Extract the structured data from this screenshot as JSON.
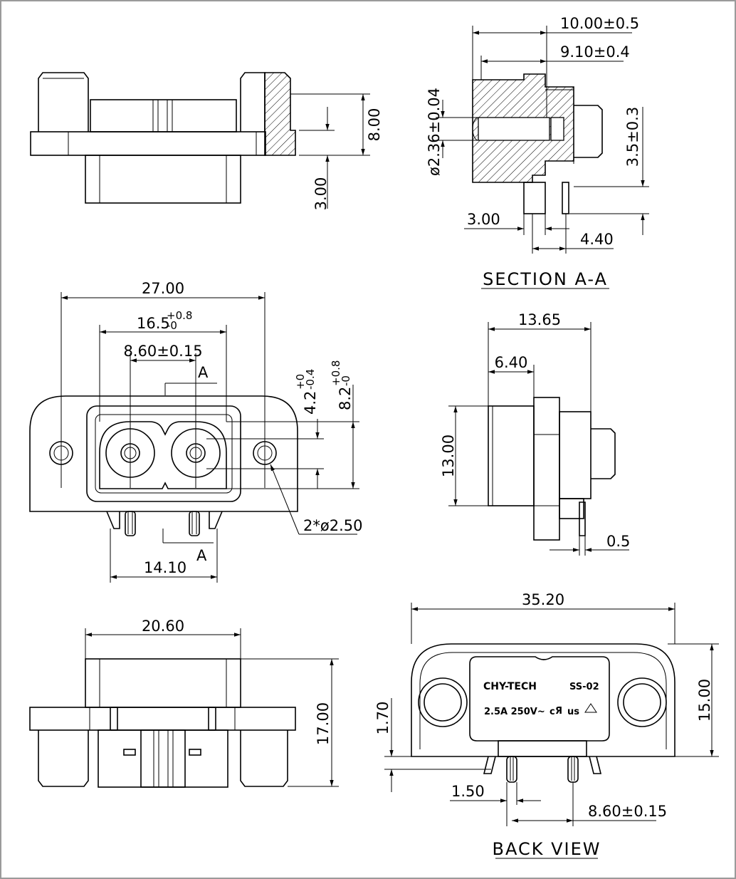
{
  "top_view": {
    "dim_height": "8.00",
    "dim_flange": "3.00"
  },
  "section_view": {
    "title": "SECTION A-A",
    "dim_overall_depth": "10.00±0.5",
    "dim_inner_depth": "9.10±0.4",
    "dim_pin_dia": "ø2.36±0.04",
    "dim_pin_height": "3.5±0.3",
    "dim_pin_offset": "3.00",
    "dim_pin_spacing": "4.40"
  },
  "front_view": {
    "dim_width": "27.00",
    "dim_opening": "16.5",
    "dim_opening_tol_plus": "+0.8",
    "dim_opening_tol_minus": "-0",
    "dim_pitch": "8.60±0.15",
    "dim_hole_height": "4.2",
    "dim_hole_height_tol_plus": "+0",
    "dim_hole_height_tol_minus": "-0.4",
    "dim_opening_height": "8.2",
    "dim_opening_height_tol_plus": "+0.8",
    "dim_opening_height_tol_minus": "-0",
    "section_mark_top": "A",
    "section_mark_bottom": "A",
    "dim_mount_holes": "2*ø2.50",
    "dim_pin_span": "14.10"
  },
  "side_view": {
    "dim_total": "13.65",
    "dim_body": "6.40",
    "dim_height": "13.00",
    "dim_thickness": "0.5"
  },
  "bottom_view": {
    "dim_width": "20.60",
    "dim_height": "17.00"
  },
  "back_view": {
    "title": "BACK VIEW",
    "dim_width": "35.20",
    "dim_height": "15.00",
    "dim_offset": "1.70",
    "dim_pin_width": "1.50",
    "dim_pin_pitch": "8.60±0.15",
    "label_brand": "CHY-TECH",
    "label_model": "SS-02",
    "label_rating": "2.5A  250V~"
  }
}
